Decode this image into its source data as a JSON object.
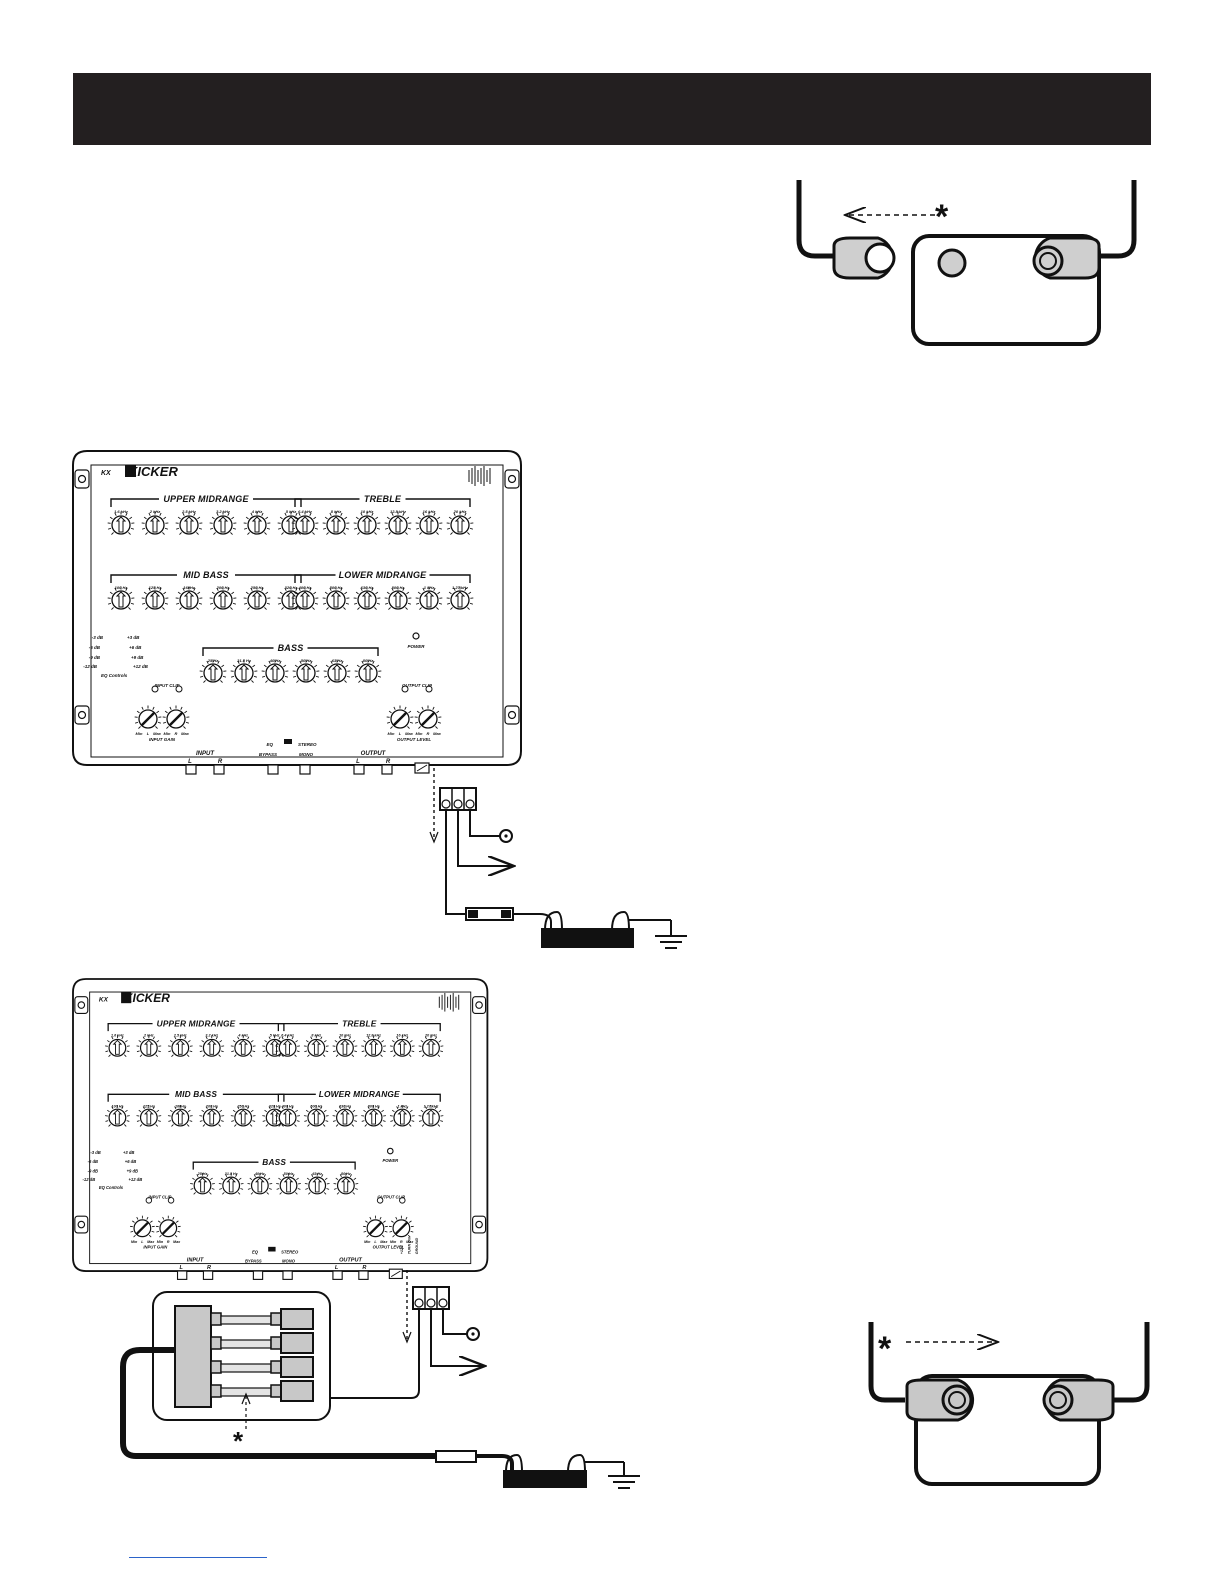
{
  "page": {
    "header_text": ""
  },
  "units": [
    {
      "badge": "KX",
      "brand": "KICKER",
      "sections": {
        "upper_midrange": {
          "title": "UPPER MIDRANGE",
          "freqs": [
            "1.6 kHz",
            "2 kHz",
            "2.5 kHz",
            "3.2 kHz",
            "4 kHz",
            "5 kHz"
          ]
        },
        "treble": {
          "title": "TREBLE",
          "freqs": [
            "6.4 kHz",
            "8 kHz",
            "10 kHz",
            "12.8 kHz",
            "16 kHz",
            "20 kHz"
          ]
        },
        "mid_bass": {
          "title": "MID BASS",
          "freqs": [
            "100 Hz",
            "125 Hz",
            "160Hz",
            "200 Hz",
            "250 Hz",
            "320 Hz"
          ]
        },
        "lower_midrange": {
          "title": "LOWER MIDRANGE",
          "freqs": [
            "400 Hz",
            "500 Hz",
            "630 Hz",
            "800 Hz",
            "1 kHz",
            "1.27 kHz"
          ]
        },
        "bass": {
          "title": "BASS",
          "freqs": [
            "25 Hz",
            "31.5 Hz",
            "40 Hz",
            "50 Hz",
            "63 Hz",
            "80 Hz"
          ]
        }
      },
      "eq_scale": [
        "-3 dB",
        "+3 dB",
        "-6 dB",
        "+6 dB",
        "-9 dB",
        "+9 dB",
        "-12 dB",
        "+12 dB"
      ],
      "eq_controls_label": "EQ Controls",
      "power_label": "POWER",
      "input_clip_label": "INPUT CLIP",
      "output_clip_label": "OUTPUT CLIP",
      "input_gain_label": "INPUT GAIN",
      "output_level_label": "OUTPUT LEVEL",
      "knob_marks": [
        "Min",
        "L",
        "Max",
        "Min",
        "R",
        "Max"
      ],
      "eq_switch_label": "EQ",
      "stereo_label": "STEREO",
      "bypass_label": "BYPASS",
      "mono_label": "MONO",
      "input_label": "INPUT",
      "output_label": "OUTPUT",
      "l_label": "L",
      "r_label": "R"
    },
    {
      "badge": "KX",
      "brand": "KICKER",
      "sections": {
        "upper_midrange": {
          "title": "UPPER MIDRANGE",
          "freqs": [
            "1.6 kHz",
            "2 kHz",
            "2.5 kHz",
            "3.2 kHz",
            "4 kHz",
            "5 kHz"
          ]
        },
        "treble": {
          "title": "TREBLE",
          "freqs": [
            "6.4 kHz",
            "8 kHz",
            "10 kHz",
            "12.8 kHz",
            "16 kHz",
            "20 kHz"
          ]
        },
        "mid_bass": {
          "title": "MID BASS",
          "freqs": [
            "100 Hz",
            "125 Hz",
            "160Hz",
            "200 Hz",
            "250 Hz",
            "320 Hz"
          ]
        },
        "lower_midrange": {
          "title": "LOWER MIDRANGE",
          "freqs": [
            "400 Hz",
            "500 Hz",
            "630 Hz",
            "800 Hz",
            "1 kHz",
            "1.27 kHz"
          ]
        },
        "bass": {
          "title": "BASS",
          "freqs": [
            "25 Hz",
            "31.5 Hz",
            "40 Hz",
            "50 Hz",
            "63 Hz",
            "80 Hz"
          ]
        }
      },
      "eq_scale": [
        "-3 dB",
        "+3 dB",
        "-6 dB",
        "+6 dB",
        "-9 dB",
        "+9 dB",
        "-12 dB",
        "+12 dB"
      ],
      "eq_controls_label": "EQ Controls",
      "power_label": "POWER",
      "input_clip_label": "INPUT CLIP",
      "output_clip_label": "OUTPUT CLIP",
      "input_gain_label": "INPUT GAIN",
      "output_level_label": "OUTPUT LEVEL",
      "knob_marks": [
        "Min",
        "L",
        "Max",
        "Min",
        "R",
        "Max"
      ],
      "eq_switch_label": "EQ",
      "stereo_label": "STEREO",
      "bypass_label": "BYPASS",
      "mono_label": "MONO",
      "input_label": "INPUT",
      "output_label": "OUTPUT",
      "l_label": "L",
      "r_label": "R",
      "terminal_labels": [
        "+12V",
        "TURN ON",
        "GROUND"
      ]
    }
  ],
  "symbols": {
    "asterisk": "*"
  },
  "colors": {
    "header_bar": "#231f20",
    "terminal_fill": "#c8c8c8",
    "cable": "#111111",
    "link_underline": "#2b63c9"
  }
}
